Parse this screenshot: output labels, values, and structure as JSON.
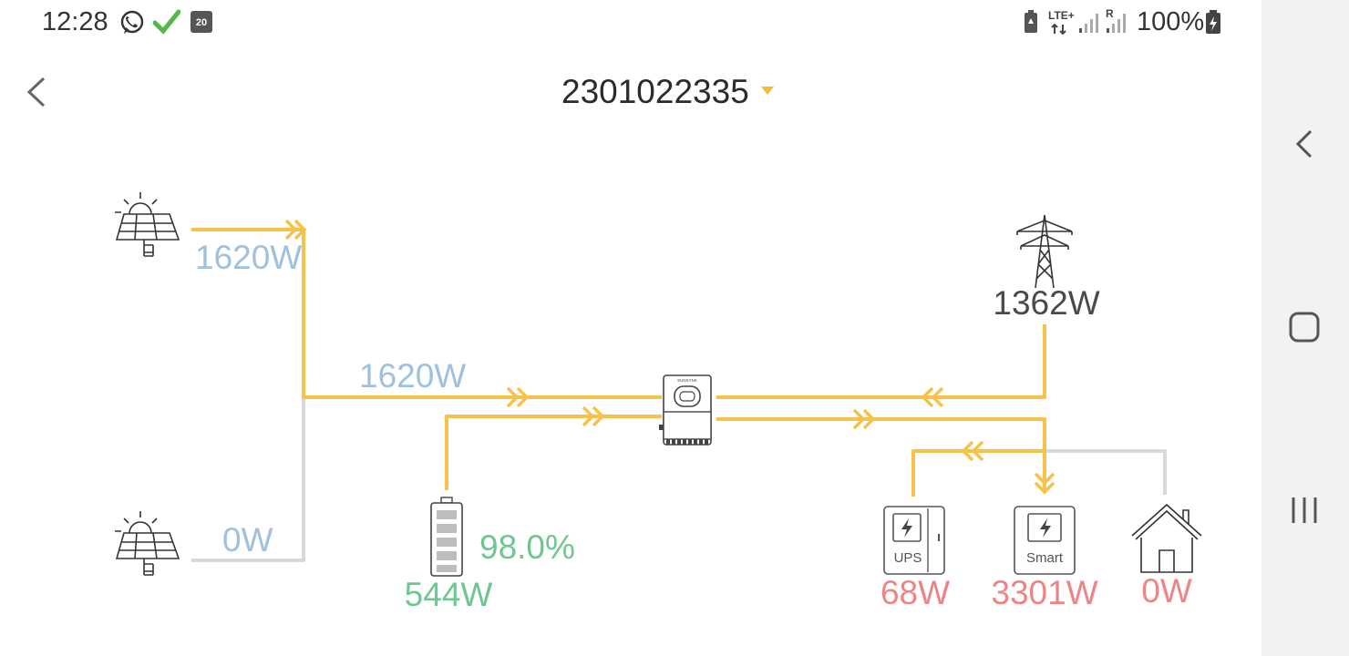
{
  "status_bar": {
    "time": "12:28",
    "calendar_day": "20",
    "network_label": "LTE+",
    "roaming_label": "R",
    "battery_percent": "100%"
  },
  "header": {
    "device_id": "2301022335"
  },
  "flows": {
    "pv1_power": "1620W",
    "pv2_power": "0W",
    "pv_total_power": "1620W",
    "grid_power": "1362W",
    "battery_soc": "98.0%",
    "battery_power": "544W",
    "ups_power": "68W",
    "smart_power": "3301W",
    "home_power": "0W"
  },
  "device_labels": {
    "ups": "UPS",
    "smart": "Smart",
    "inverter_brand": "SUNSYNK"
  },
  "colors": {
    "flow_active": "#f6c24a",
    "flow_idle": "#d9d9d9",
    "pv_text": "#9fc1dd",
    "battery_text": "#6fc790",
    "load_text": "#ee8585",
    "grid_text": "#4a4a4a"
  }
}
